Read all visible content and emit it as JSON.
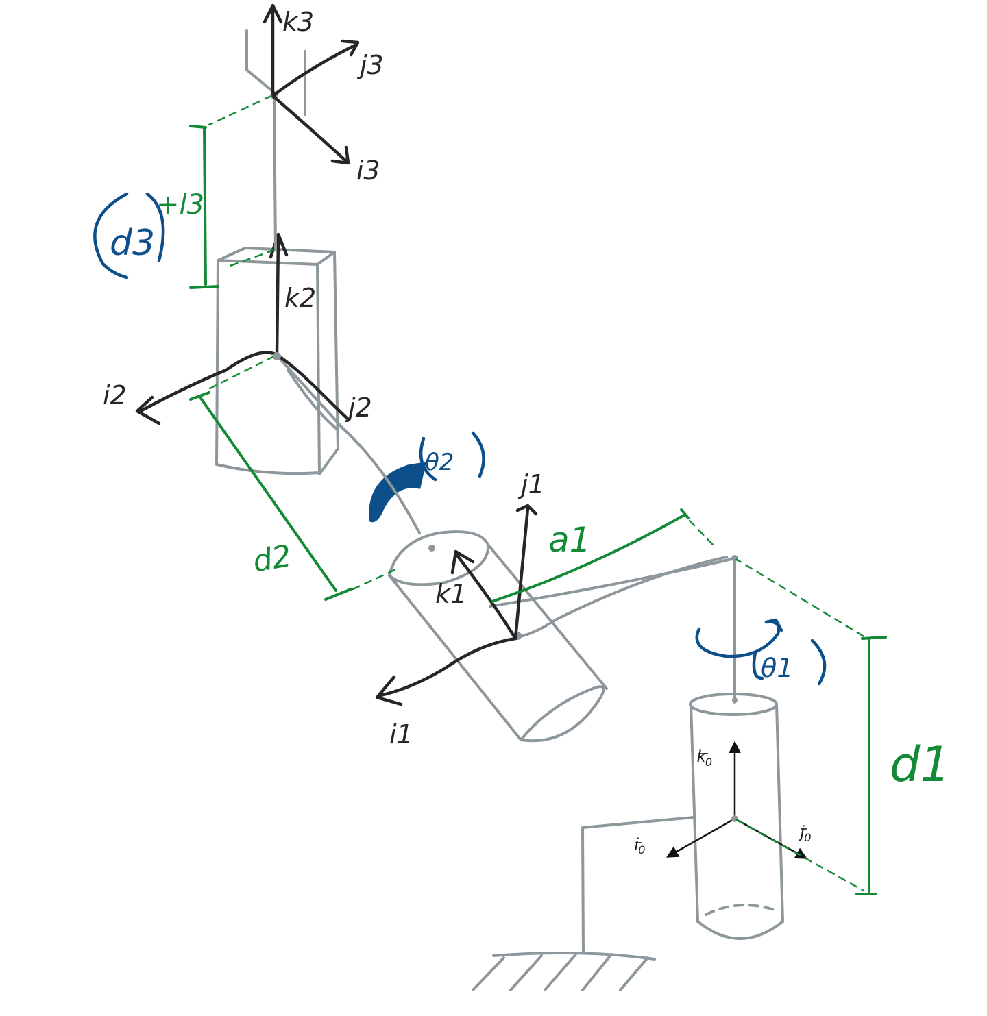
{
  "labels": {
    "k3": "k3",
    "j3": "j3",
    "i3": "i3",
    "d3": "d3",
    "d3_suffix": "+l3",
    "k2": "k2",
    "i2": "i2",
    "j2": "j2",
    "theta2": "θ2",
    "d2": "d2",
    "j1": "j1",
    "k1": "k1",
    "i1": "i1",
    "a1": "a1",
    "theta1": "θ1",
    "d1": "d1",
    "k0": "k",
    "k0_sub": "0",
    "i0": "i",
    "i0_sub": "0",
    "j0": "j",
    "j0_sub": "0"
  },
  "colors": {
    "body": "#8e989c",
    "frames": "#262626",
    "dimensions": "#138a36",
    "joint_variables": "#0d4f8b"
  }
}
